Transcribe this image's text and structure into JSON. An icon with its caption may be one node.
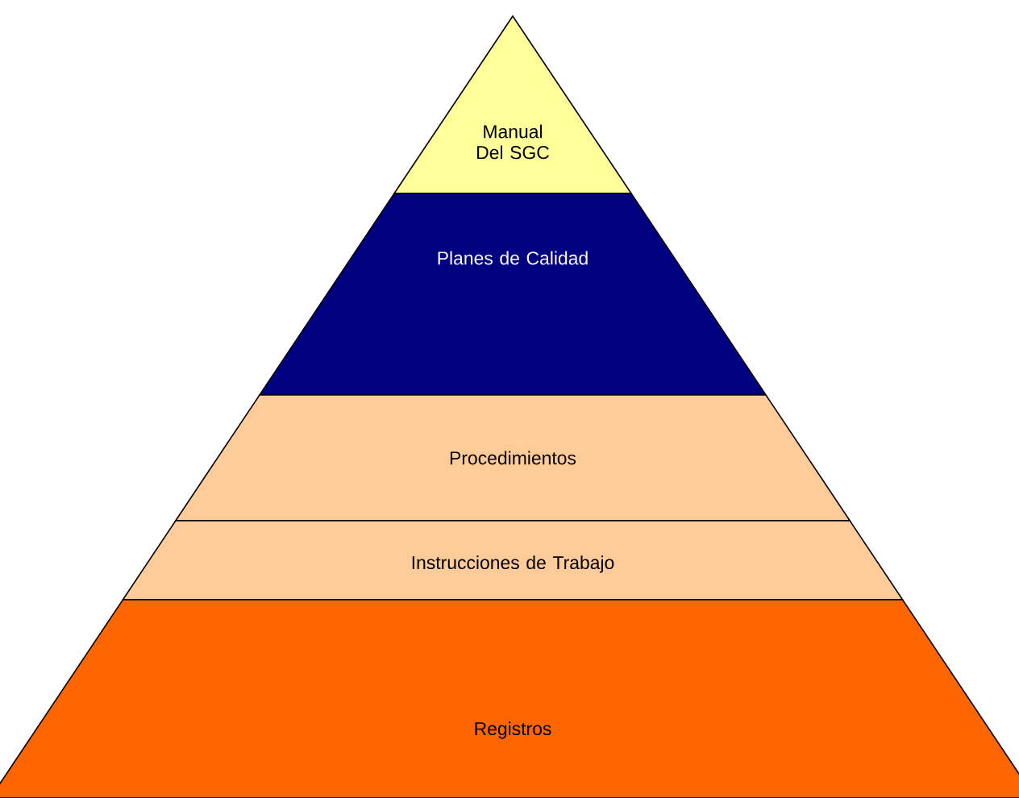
{
  "diagram": {
    "nodes": [
      {
        "text": [
          "Manual Del SGC"
        ]
      },
      {
        "text": [
          "Planes de Calidad"
        ]
      },
      {
        "text": [
          "Procedimientos"
        ]
      },
      {
        "text": [
          "Instrucciones de Trabajo"
        ]
      },
      {
        "text": [
          "Registros"
        ]
      }
    ]
  }
}
